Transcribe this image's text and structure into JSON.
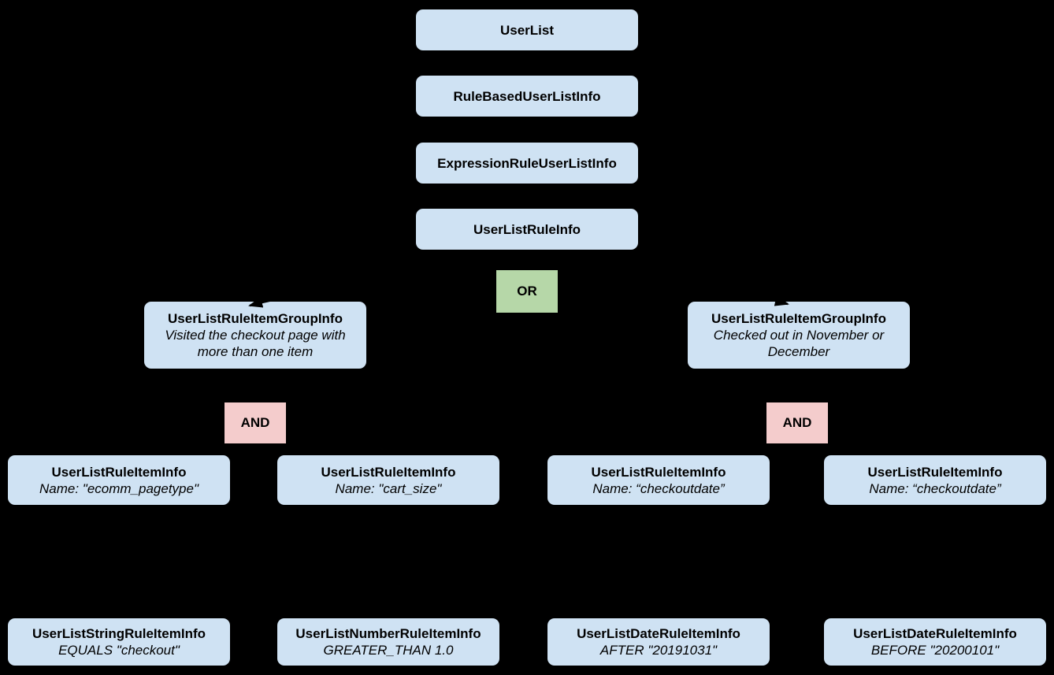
{
  "canvas": {
    "background": "#000000"
  },
  "colors": {
    "node_fill": "#cfe2f3",
    "or_fill": "#b6d7a8",
    "and_fill": "#f4cccc",
    "text": "#000000",
    "connector": "#000000"
  },
  "chain": [
    {
      "label": "UserList"
    },
    {
      "label": "RuleBasedUserListInfo"
    },
    {
      "label": "ExpressionRuleUserListInfo"
    },
    {
      "label": "UserListRuleInfo"
    }
  ],
  "operators": {
    "or": "OR",
    "and_left": "AND",
    "and_right": "AND"
  },
  "groups": [
    {
      "title": "UserListRuleItemGroupInfo",
      "description": "Visited the checkout page with more than one item"
    },
    {
      "title": "UserListRuleItemGroupInfo",
      "description": "Checked out in November or December"
    }
  ],
  "rule_items": [
    {
      "title": "UserListRuleItemInfo",
      "description": "Name: \"ecomm_pagetype\""
    },
    {
      "title": "UserListRuleItemInfo",
      "description": "Name: \"cart_size\""
    },
    {
      "title": "UserListRuleItemInfo",
      "description": "Name: “checkoutdate”"
    },
    {
      "title": "UserListRuleItemInfo",
      "description": "Name: “checkoutdate”"
    }
  ],
  "operands": [
    {
      "title": "UserListStringRuleItemInfo",
      "description": "EQUALS \"checkout\""
    },
    {
      "title": "UserListNumberRuleItemInfo",
      "description": "GREATER_THAN 1.0"
    },
    {
      "title": "UserListDateRuleItemInfo",
      "description": "AFTER \"20191031\""
    },
    {
      "title": "UserListDateRuleItemInfo",
      "description": "BEFORE \"20200101\""
    }
  ]
}
